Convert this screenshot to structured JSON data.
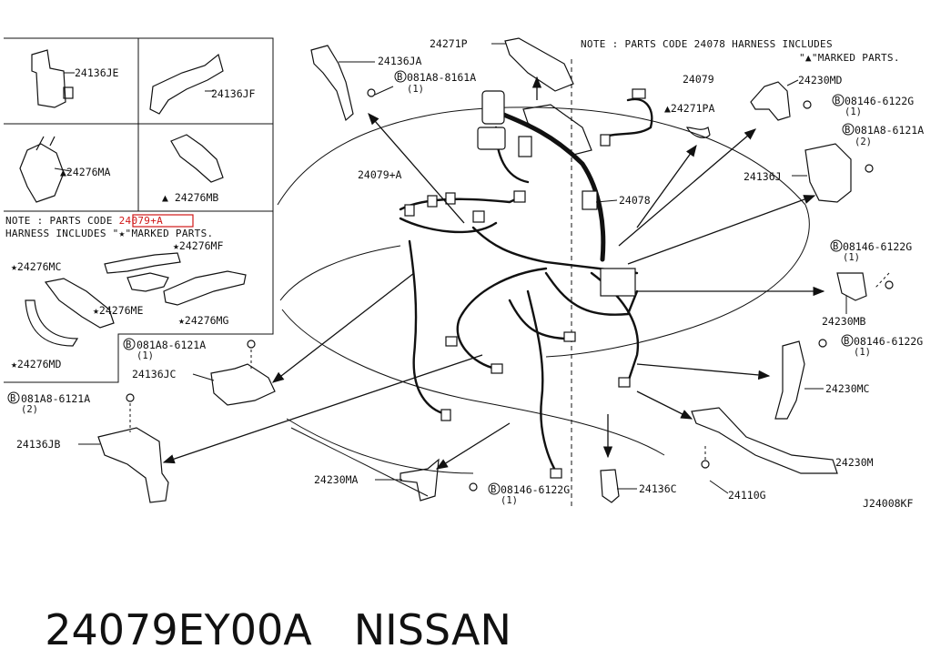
{
  "diagram": {
    "code": "J24008KF",
    "notes": {
      "top_right_line1": "NOTE : PARTS CODE 24078 HARNESS INCLUDES",
      "top_right_line2": "\"▲\"MARKED PARTS.",
      "left_line1_prefix": "NOTE : PARTS CODE ",
      "left_line1_code": "24079+A",
      "left_line2": "HARNESS INCLUDES \"★\"MARKED PARTS."
    },
    "labels": {
      "p24136JE": "24136JE",
      "p24136JF": "24136JF",
      "p24276MA": "▲24276MA",
      "p24276MB": "▲ 24276MB",
      "p24276MF": "★24276MF",
      "p24276MC": "★24276MC",
      "p24276ME": "★24276ME",
      "p24276MG": "★24276MG",
      "p24276MD": "★24276MD",
      "p24271P": "24271P",
      "p24136JA": "24136JA",
      "b081A8_8161A": "081A8-8161A",
      "b081A8_8161A_qty": "(1)",
      "p24079A": "24079+A",
      "p24079": "24079",
      "p24271PA": "▲24271PA",
      "p24078": "24078",
      "p24230MD": "24230MD",
      "b08146_6122G_a": "08146-6122G",
      "b08146_6122G_a_qty": "(1)",
      "b081A8_6121A_a": "081A8-6121A",
      "b081A8_6121A_a_qty": "(2)",
      "p24136J": "24136J",
      "b08146_6122G_b": "08146-6122G",
      "b08146_6122G_b_qty": "(1)",
      "p24230MB": "24230MB",
      "b08146_6122G_c": "08146-6122G",
      "b08146_6122G_c_qty": "(1)",
      "p24230MC": "24230MC",
      "p24230M": "24230M",
      "p24110G": "24110G",
      "p24136C": "24136C",
      "b08146_6122G_d": "08146-6122G",
      "b08146_6122G_d_qty": "(1)",
      "p24230MA": "24230MA",
      "b081A8_6121A_b": "081A8-6121A",
      "b081A8_6121A_b_qty": "(1)",
      "p24136JC": "24136JC",
      "b081A8_6121A_c": "081A8-6121A",
      "b081A8_6121A_c_qty": "(2)",
      "p24136JB": "24136JB",
      "bolt_symbol": "B"
    }
  },
  "footer": {
    "part_number": "24079EY00A",
    "brand": "NISSAN"
  }
}
